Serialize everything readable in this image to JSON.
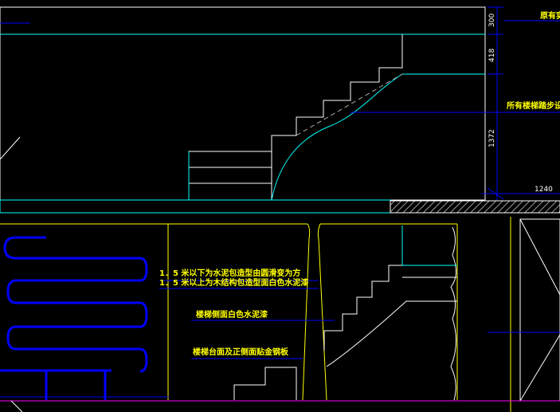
{
  "drawing": {
    "colors": {
      "background": "#000000",
      "white": "#ffffff",
      "cyan": "#00ffff",
      "yellow": "#ffff00",
      "blue": "#0000ff",
      "magenta": "#ff00ff",
      "gray": "#9a9a9a"
    },
    "annotations": {
      "top_right_original": "原有实",
      "railing_note": "所有楼梯踏步设",
      "stair_note_1": "1．5 米以下为水泥包造型由圆滑变为方",
      "stair_note_2": "1．5 米以上为木结构包造型面白色水泥漆",
      "stair_side_note": "楼梯侧面白色水泥漆",
      "stair_tread_note": "楼梯台面及正侧面贴金钢板"
    },
    "dimensions": {
      "d300": "300",
      "d418": "418",
      "d1372": "1372",
      "d1240": "1240"
    }
  }
}
